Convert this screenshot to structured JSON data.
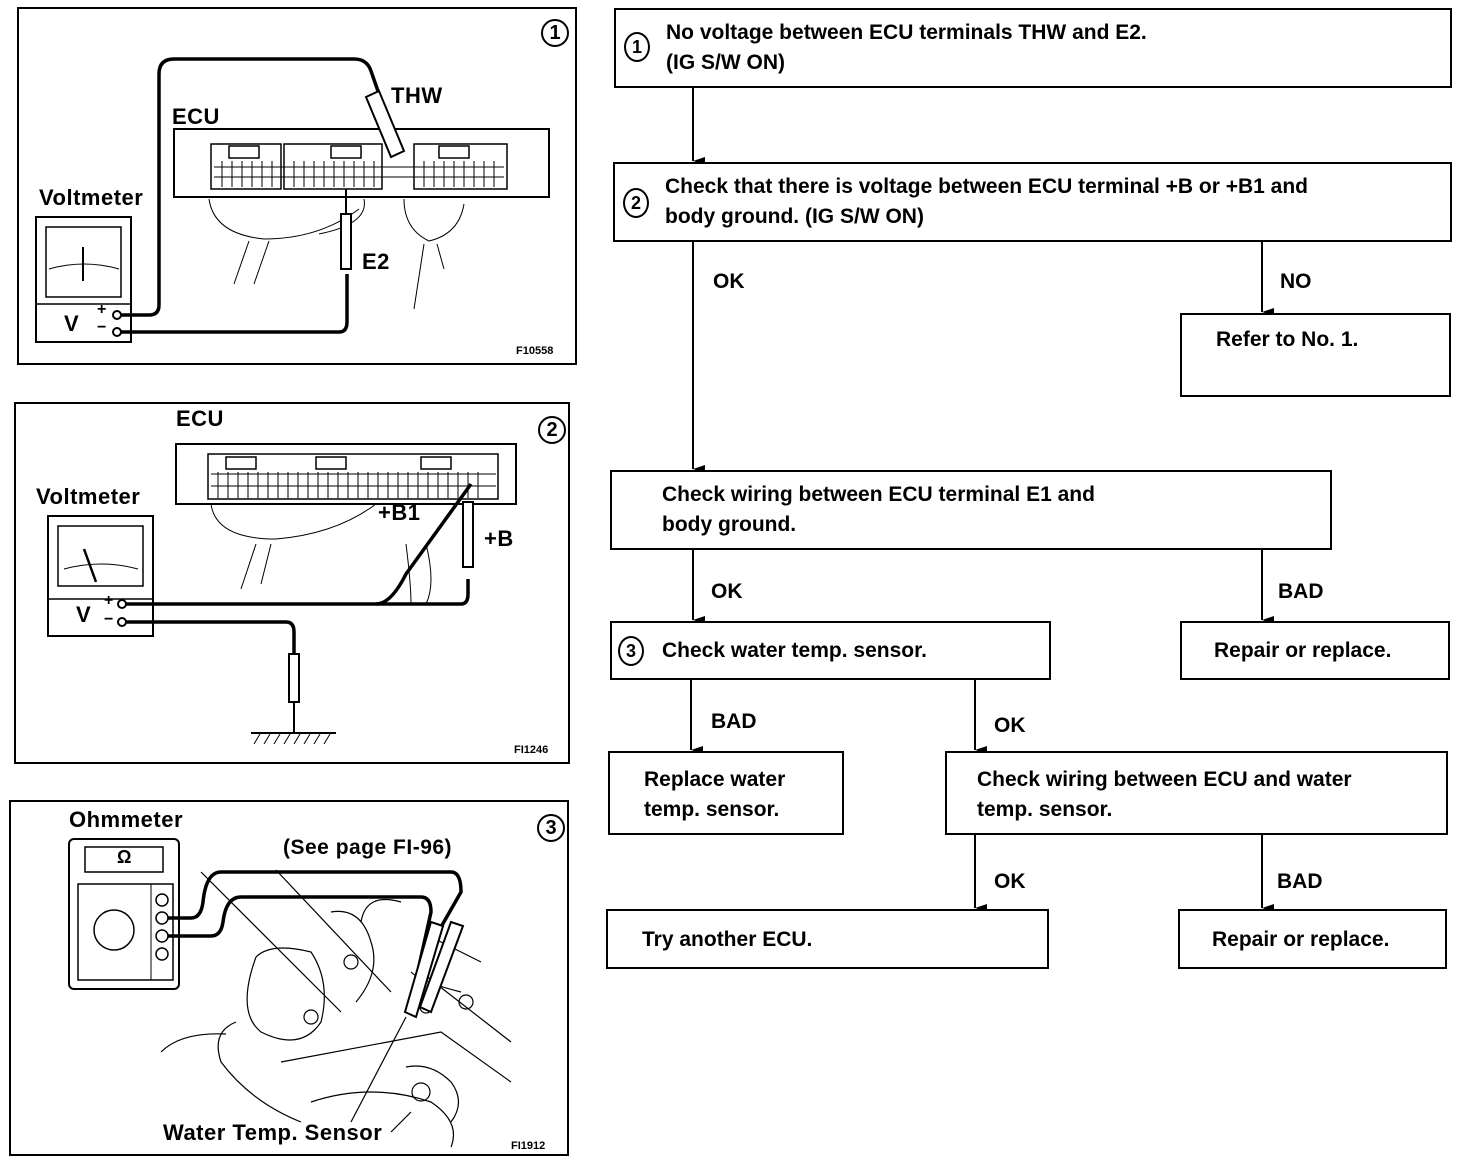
{
  "figures": [
    {
      "number": "1",
      "code": "F10558",
      "labels": {
        "meter": "Voltmeter",
        "ecu": "ECU",
        "probe_a": "THW",
        "probe_b": "E2",
        "meter_unit": "V",
        "plus": "+",
        "minus": "−"
      }
    },
    {
      "number": "2",
      "code": "FI1246",
      "labels": {
        "meter": "Voltmeter",
        "ecu": "ECU",
        "probe_a": "+B1",
        "probe_b": "+B",
        "meter_unit": "V",
        "plus": "+",
        "minus": "−"
      }
    },
    {
      "number": "3",
      "code": "FI1912",
      "labels": {
        "meter": "Ohmmeter",
        "meter_unit": "Ω",
        "reference": "(See page FI-96)",
        "sensor": "Water Temp. Sensor"
      }
    }
  ],
  "flowchart": {
    "nodes": [
      {
        "id": "n1",
        "step": "1",
        "text": "No voltage between ECU terminals THW and E2.\n(IG S/W ON)"
      },
      {
        "id": "n2",
        "step": "2",
        "text": "Check that there is voltage between ECU terminal +B or +B1 and\nbody ground.   (IG S/W ON)"
      },
      {
        "id": "n3",
        "step": "",
        "text": "Refer to No. 1."
      },
      {
        "id": "n4",
        "step": "",
        "text": "Check wiring between ECU terminal E1 and\nbody ground."
      },
      {
        "id": "n5",
        "step": "3",
        "text": "Check water temp. sensor."
      },
      {
        "id": "n6",
        "step": "",
        "text": "Repair or replace."
      },
      {
        "id": "n7",
        "step": "",
        "text": "Replace water\ntemp. sensor."
      },
      {
        "id": "n8",
        "step": "",
        "text": "Check wiring between ECU and water\ntemp. sensor."
      },
      {
        "id": "n9",
        "step": "",
        "text": "Try another ECU."
      },
      {
        "id": "n10",
        "step": "",
        "text": "Repair or replace."
      }
    ],
    "edges": [
      {
        "from": "n1",
        "to": "n2",
        "label": ""
      },
      {
        "from": "n2",
        "to": "n4",
        "label": "OK"
      },
      {
        "from": "n2",
        "to": "n3",
        "label": "NO"
      },
      {
        "from": "n4",
        "to": "n5",
        "label": "OK"
      },
      {
        "from": "n4",
        "to": "n6",
        "label": "BAD"
      },
      {
        "from": "n5",
        "to": "n7",
        "label": "BAD"
      },
      {
        "from": "n5",
        "to": "n8",
        "label": "OK"
      },
      {
        "from": "n8",
        "to": "n9",
        "label": "OK"
      },
      {
        "from": "n8",
        "to": "n10",
        "label": "BAD"
      }
    ]
  }
}
